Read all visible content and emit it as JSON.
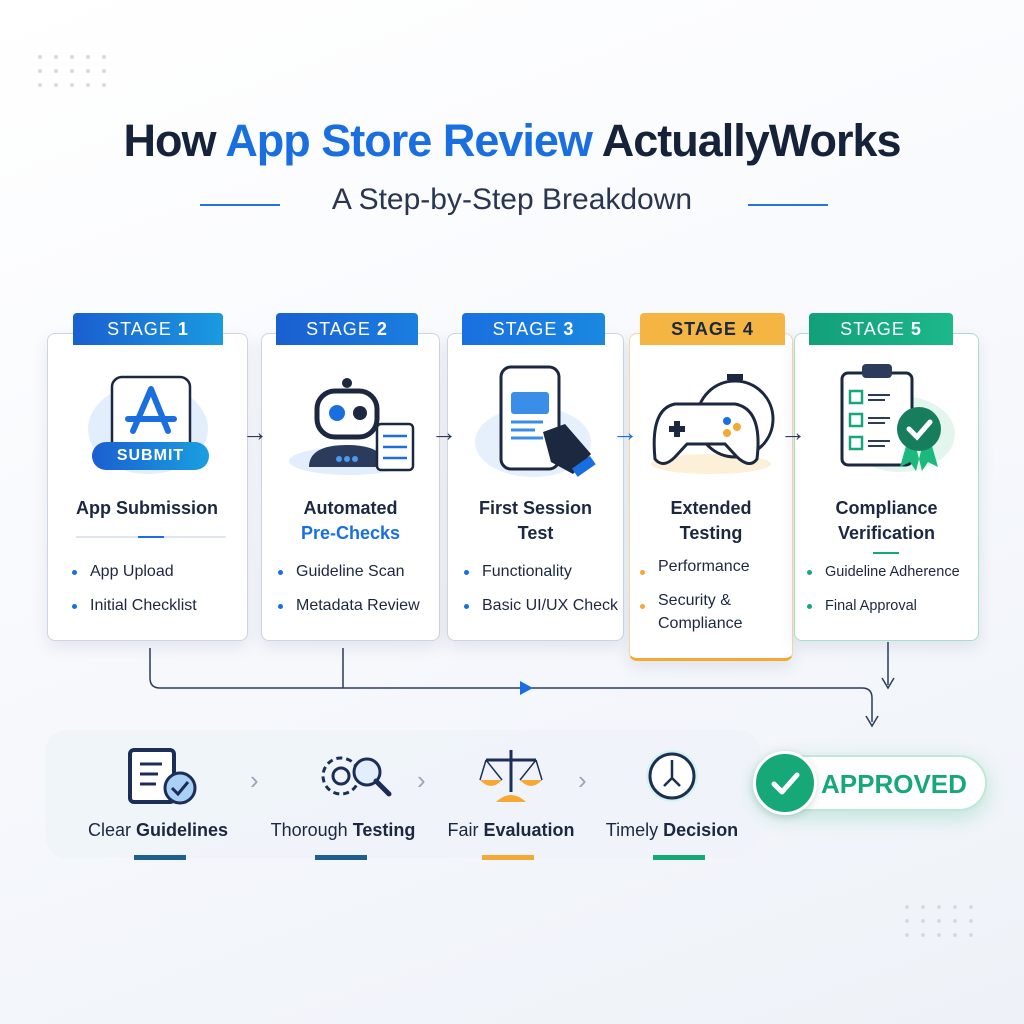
{
  "header": {
    "title_prefix": "How",
    "title_highlight": "App Store Review",
    "title_suffix": "ActuallyWorks",
    "subtitle": "A Step-by-Step Breakdown"
  },
  "colors": {
    "blue": "#1a6fe0",
    "orange": "#f5a833",
    "green": "#17a877",
    "navy": "#1c2740"
  },
  "stages": [
    {
      "label": "STAGE",
      "number": "1",
      "title_line1": "App Submission",
      "title_line2": "",
      "icon": "app-store-submit-icon",
      "icon_label": "SUBMIT",
      "bullets": [
        "App Upload",
        "Initial Checklist"
      ]
    },
    {
      "label": "STAGE",
      "number": "2",
      "title_line1": "Automated",
      "title_line2": "Pre-Checks",
      "icon": "robot-checklist-icon",
      "bullets": [
        "Guideline Scan",
        "Metadata Review"
      ]
    },
    {
      "label": "STAGE",
      "number": "3",
      "title_line1": "First Session",
      "title_line2": "Test",
      "icon": "phone-tap-icon",
      "bullets": [
        "Functionality",
        "Basic UI/UX Check"
      ]
    },
    {
      "label": "STAGE",
      "number": "4",
      "title_line1": "Extended",
      "title_line2": "Testing",
      "icon": "gamepad-stopwatch-icon",
      "bullets": [
        "Performance",
        "Security & Compliance"
      ]
    },
    {
      "label": "STAGE",
      "number": "5",
      "title_line1": "Compliance",
      "title_line2": "Verification",
      "icon": "clipboard-badge-icon",
      "bullets": [
        "Guideline Adherence",
        "Final Approval"
      ]
    }
  ],
  "principles": [
    {
      "light": "Clear",
      "bold": "Guidelines",
      "icon": "document-check-icon",
      "color": "#1d5f8f"
    },
    {
      "light": "Thorough",
      "bold": "Testing",
      "icon": "gear-magnifier-icon",
      "color": "#1d5f8f"
    },
    {
      "light": "Fair",
      "bold": "Evaluation",
      "icon": "scales-icon",
      "color": "#f5a833"
    },
    {
      "light": "Timely",
      "bold": "Decision",
      "icon": "clock-icon",
      "color": "#17a877"
    }
  ],
  "result": {
    "label": "APPROVED",
    "icon": "checkmark-icon"
  }
}
